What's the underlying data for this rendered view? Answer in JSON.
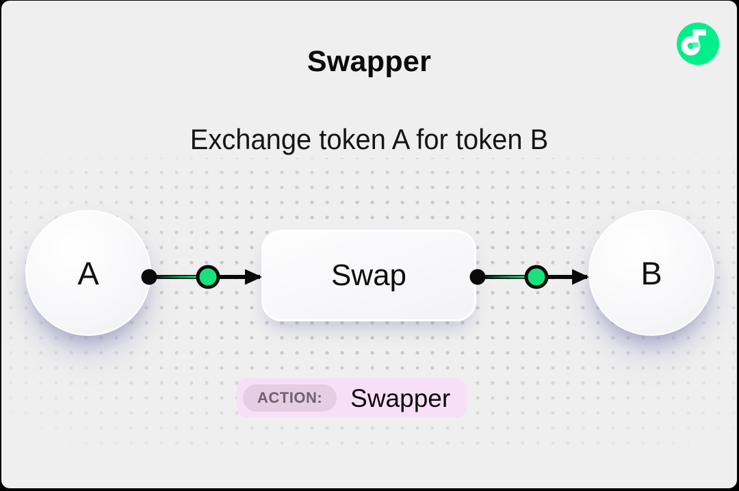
{
  "frame": {
    "outer_background": "#000000",
    "card_background": "#EFEFEF"
  },
  "logo": {
    "name": "flow-logo",
    "brand_green": "#00EF8B",
    "inner_square_green": "#5BF0B0"
  },
  "header": {
    "title": "Swapper",
    "subtitle": "Exchange token A for token B"
  },
  "diagram": {
    "source_node": "A",
    "process_node": "Swap",
    "target_node": "B",
    "accent_green": "#17E27B",
    "line_color": "#0a0a0a"
  },
  "action_badge": {
    "label": "ACTION:",
    "value": "Swapper",
    "badge_background": "#F8DFF8",
    "label_background": "#E5CDE3"
  }
}
